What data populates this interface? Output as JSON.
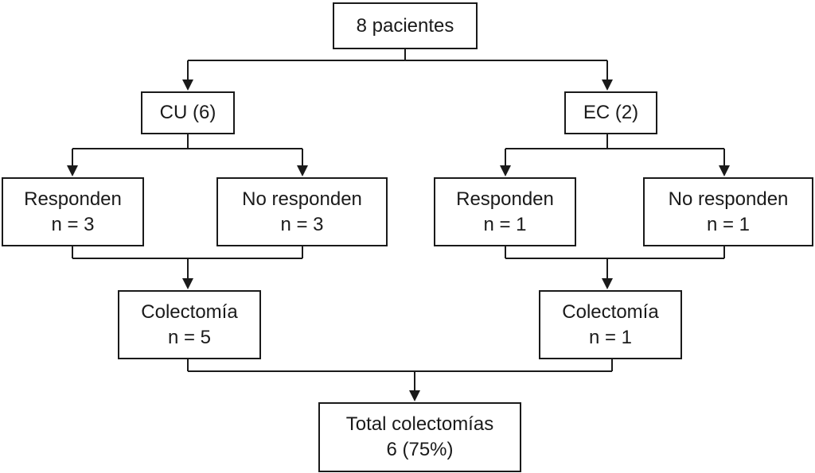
{
  "nodes": {
    "root": {
      "line1": "8 pacientes"
    },
    "cu": {
      "line1": "CU (6)"
    },
    "ec": {
      "line1": "EC (2)"
    },
    "cu_responden": {
      "line1": "Responden",
      "line2": "n = 3"
    },
    "cu_no_responden": {
      "line1": "No responden",
      "line2": "n = 3"
    },
    "ec_responden": {
      "line1": "Responden",
      "line2": "n = 1"
    },
    "ec_no_responden": {
      "line1": "No responden",
      "line2": "n = 1"
    },
    "cu_colectomia": {
      "line1": "Colectomía",
      "line2": "n = 5"
    },
    "ec_colectomia": {
      "line1": "Colectomía",
      "line2": "n = 1"
    },
    "total": {
      "line1": "Total colectomías",
      "line2": "6 (75%)"
    }
  }
}
